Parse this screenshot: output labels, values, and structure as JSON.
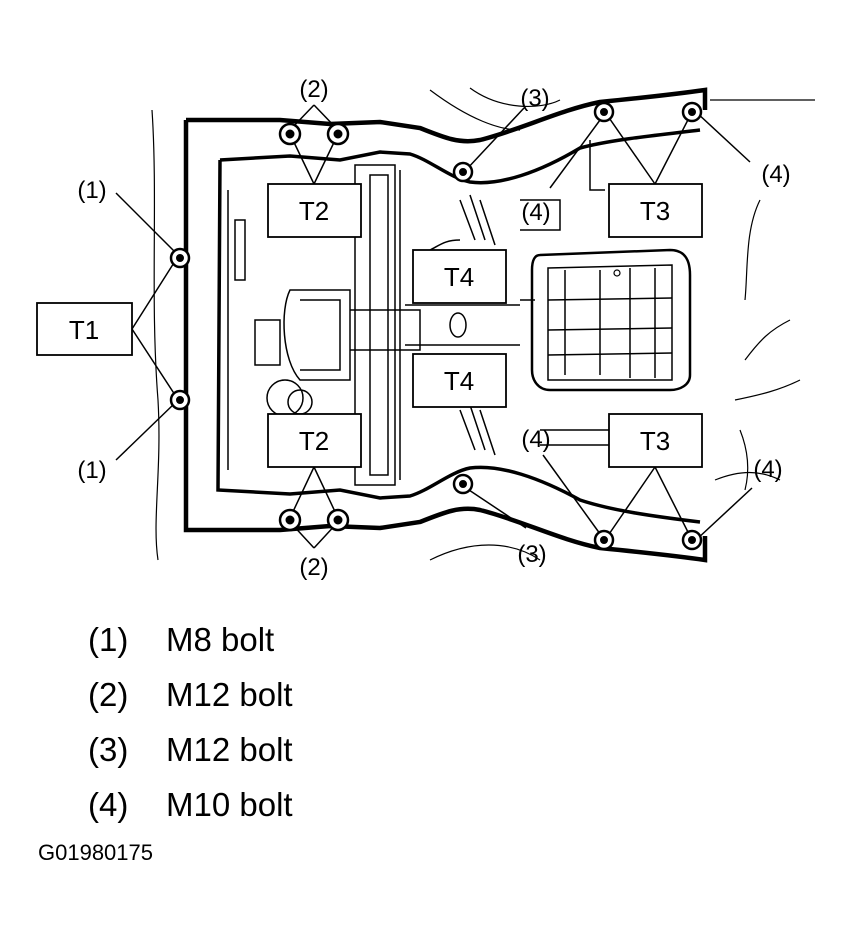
{
  "diagram": {
    "torque_labels": {
      "t1": "T1",
      "t2_top": "T2",
      "t2_bottom": "T2",
      "t3_top": "T3",
      "t3_bottom": "T3",
      "t4_top": "T4",
      "t4_bottom": "T4"
    },
    "callouts": {
      "c1_top": "(1)",
      "c1_bottom": "(1)",
      "c2_top": "(2)",
      "c2_bottom": "(2)",
      "c3_top": "(3)",
      "c3_bottom": "(3)",
      "c4_top_right": "(4)",
      "c4_top_mid": "(4)",
      "c4_bottom_mid": "(4)",
      "c4_bottom_right": "(4)"
    }
  },
  "legend": [
    {
      "num": "(1)",
      "text": "M8 bolt"
    },
    {
      "num": "(2)",
      "text": "M12 bolt"
    },
    {
      "num": "(3)",
      "text": "M12 bolt"
    },
    {
      "num": "(4)",
      "text": "M10 bolt"
    }
  ],
  "figure_id": "G01980175"
}
